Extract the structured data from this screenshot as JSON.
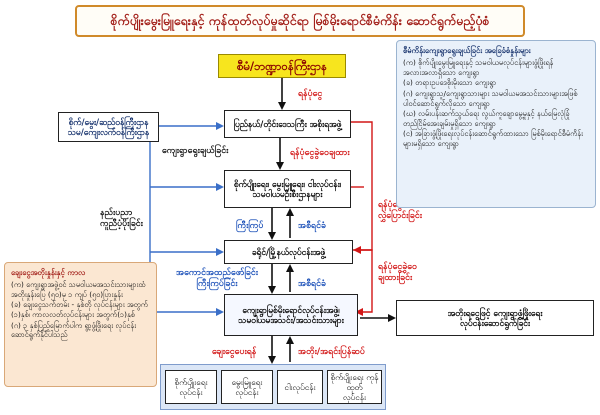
{
  "title": "စိုက်ပျိုးမွေးမြူရေးနှင့် ကုန်ထုတ်လုပ်မှုဆိုင်ရာ မြစ်မိုးရောင်စီမံကိန်း ဆောင်ရွက်မည့်ပုံစံ",
  "nodes": {
    "ministry_planning": "စီမံ/ဘဏ္ဍာဝန်ကြီးဌာန",
    "ministry_agri": "စိုက်/မွေး/ဆည်ဝန်ကြီးဌာန\nသမ/ကျေးလက်ဝန်ကြီးဌာန",
    "region_state": "ပြည်နယ်/တိုင်းဒေသကြီး အစိုးရအဖွဲ့",
    "committee": "စိုက်ပျိုးရေး၊ မွေးမြူရေး၊ ငါးလုပ်ငန်း၊\nသမဝါယမဦးစီးဌာနများ",
    "district": "ခရိုင်/မြို့နယ်လုပ်ငန်းအဖွဲ့",
    "village_team": "ကျေးရွာမြစ်မိုးရောင်လုပ်ငန်းအဖွဲ့၊\nသမဝါယမအသင်း/အသင်းသားများ",
    "repayment_result": "အတိုးရငွေဖြင့် ကျေးရွာဖွံ့ဖြိုးရေး\nလုပ်ငန်းဆောင်ရွက်ခြင်း"
  },
  "bottom_sectors": [
    "စိုက်ပျိုးရေး\nလုပ်ငန်း",
    "မွေးမြူရေး\nလုပ်ငန်း",
    "ငါးလုပ်ငန်း",
    "စိုက်ပျိုးရေး ကုန်ထုတ်\nလုပ်ငန်း"
  ],
  "labels": {
    "fund_allocation": "ရန်ပုံငွေ",
    "village_selection": "ကျေးရွာရွေးချယ်ခြင်း",
    "fund_request": "ရန်ပုံငွေခွဲဝေချထား",
    "technical_support": "နည်းပညာ\nကူညီပံ့ပိုးခြင်း",
    "training": "ကြီးကြပ်",
    "report_up_1": "အစီရင်ခံ",
    "fund_transfer": "ရန်ပုံငွေ\nလွှဲပြောင်းခြင်း",
    "implement_supervise": "အကောင်အထည်ဖော်ခြင်း\nကြီးကြပ်ခြင်း",
    "report_up_2": "အစီရင်ခံ",
    "fund_disburse": "ရန်ပုံငွေခွဲဝေ\nချထားခြင်း",
    "loan": "ချေးငွေပေးရန်",
    "repayment": "အတိုး/အရင်းပြန်ဆပ်"
  },
  "note_right": {
    "heading": "စီမံကိန်းကျေးရွာရွေးချယ်ခြင်း အခြေခံစံနှုန်းများ",
    "items": [
      "(က) စိုက်ပျိုးမွေးမြူရေးနှင့် သမဝါယမလုပ်ငန်းများဖွံ့ဖြိုးရန် အလားအလာရှိသော ကျေးရွာ",
      "(ခ) တရားဥပဒေစိုးမိုးသော ကျေးရွာ",
      "(ဂ) ကျေးရွာသူ/ကျေးရွာသားများ သမဝါယမအသင်းသားများအဖြစ် ပါဝင်ဆောင်ရွက်လိုသော ကျေးရွာ",
      "(ဃ) လမ်းပန်းဆက်သွယ်ရေး လွယ်ကူချောမွေ့မှုနှင့် နယ်မြေလုံခြုံတည်ငြိမ်အေးချမ်းမှုရှိသော ကျေးရွာ",
      "(င) အခြားဖွံ့ဖြိုးရေးလုပ်ငန်းဆောင်ရွက်ထားသော မြစ်မိုးရောင်စီမံကိန်းများမရှိသော ကျေးရွာ"
    ]
  },
  "note_left": {
    "heading": "ချေးငွေအတိုးနှုန်းနှင့် ကာလ",
    "items": [
      "(က) ကျေးရွာအဖွဲ့ဝင် သမဝါယမအသင်းသားများထံ အတိုးနှုန်းပြေ (၅၀)မှ ၁ ကျပ် (၅၀)ပြားနှုန်း",
      "(ခ) ချေးငွေသက်တမ်း - နှစ်တို လုပ်ငန်းများ အတွက် (၁)နှစ်၊ ကာလလတ်လုပ်ငန်းများ အတွက်(၁)နှစ်",
      "(ဂ) ၃ နှစ်ပြည့်မြောက်ပါက ရွာ့ဖွံ့ဖြိုးရေး လုပ်ငန်းဆောင်ရွက်နိုင်ပါသည်"
    ]
  },
  "colors": {
    "title_text": "#a3201a",
    "red_label": "#d21616",
    "blue_label": "#1a4fb8",
    "yellow_box": "#f7e51e",
    "blue_line": "#3a6fc8"
  }
}
